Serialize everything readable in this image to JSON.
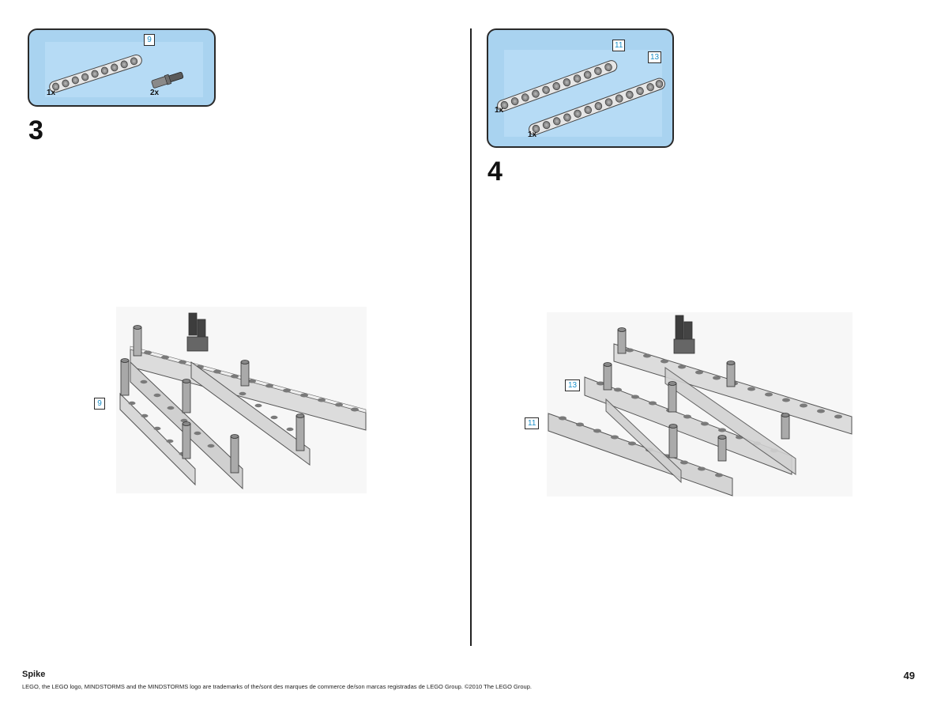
{
  "steps": [
    {
      "number": "3",
      "parts": [
        {
          "quantity": "1x",
          "length": "9",
          "part": "beam"
        },
        {
          "quantity": "2x",
          "part": "axle-pin"
        }
      ],
      "callouts": [
        "9"
      ]
    },
    {
      "number": "4",
      "parts": [
        {
          "quantity": "1x",
          "length": "11",
          "part": "beam"
        },
        {
          "quantity": "1x",
          "length": "13",
          "part": "beam"
        }
      ],
      "callouts": [
        "13",
        "11"
      ]
    }
  ],
  "footer": {
    "title": "Spike",
    "legal": "LEGO, the LEGO logo, MINDSTORMS and the MINDSTORMS logo are trademarks of the/sont des marques de commerce de/son marcas registradas de LEGO Group. ©2010 The LEGO Group.",
    "page_number": "49"
  },
  "colors": {
    "parts_box": "#a9d3f0",
    "callout_text": "#1a8fc8",
    "beam": "#e4e4e4",
    "pin": "#555555"
  }
}
